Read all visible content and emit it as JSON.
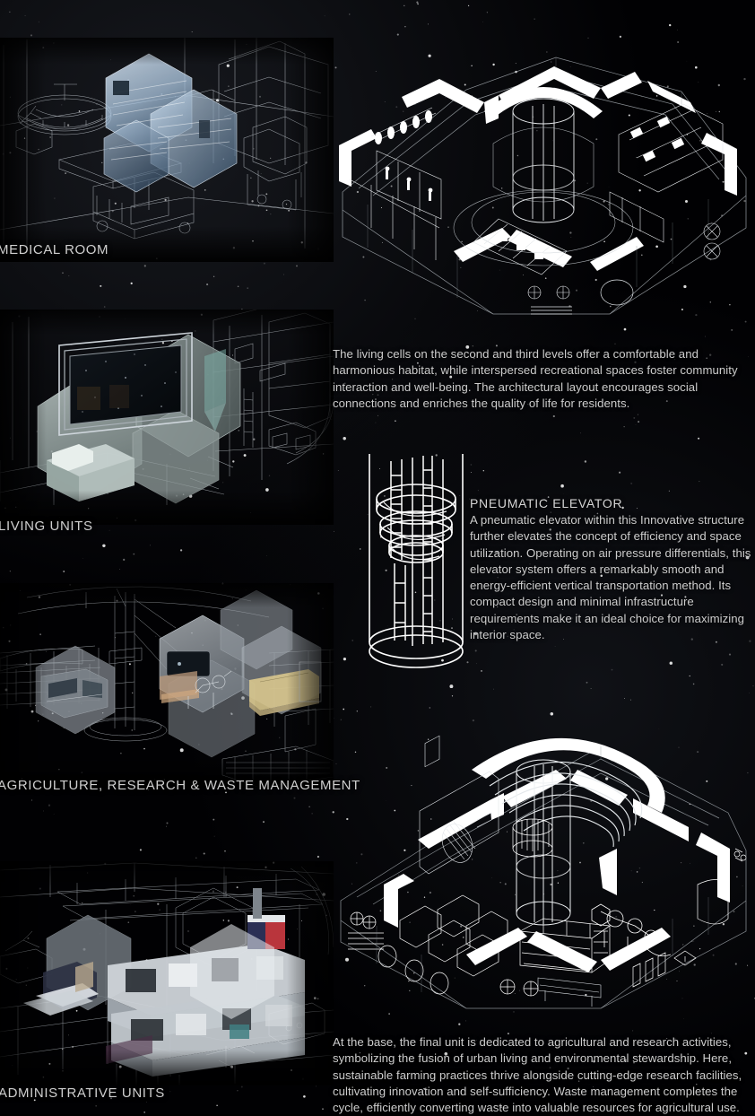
{
  "board": {
    "background_color": "#010103",
    "line_color": "#ffffff",
    "text_color": "#cfcfcf"
  },
  "panels": {
    "medical": {
      "label": "MEDICAL ROOM",
      "accent_color": "#b9cfe4",
      "description": "Wireframe perspective of an operating theatre with surgical lamp, table, trolleys and hexagonal glass overlays"
    },
    "living": {
      "label": "LIVING UNITS",
      "accent_color": "#9fb2ad",
      "description": "Wireframe interior of a living capsule with a large panoramic window onto the starfield and a bed volume"
    },
    "agriculture": {
      "label": "AGRICULTURE, RESEARCH & WASTE MANAGEMENT",
      "accent_color": "#c9bb86",
      "description": "Wireframe interior showing growing racks, a central mast, laboratory equipment and crop trays behind hexagonal panels"
    },
    "administrative": {
      "label": "ADMINISTRATIVE UNITS",
      "accent_color": "#bfc3c8",
      "description": "Wireframe cross-section of stacked office floors with desks, partitions and a red and blue accent volume"
    },
    "level_plan_top": {
      "description": "Isometric cutaway plan of the residential level with thick white walls, a central pneumatic elevator core and furnished rooms"
    },
    "level_plan_bottom": {
      "description": "Isometric cutaway plan of the base level with a spiral ramp, central shaft, crates, machinery and service equipment"
    },
    "elevator_diagram": {
      "description": "Line drawing of a cylindrical pneumatic elevator shaft with ring platforms, ladder rails and a glazed tube"
    }
  },
  "texts": {
    "living_paragraph": "The living cells on the second and third levels offer a comfortable and harmonious habitat, while interspersed recreational spaces foster community interaction and well-being. The architectural layout encourages social connections and enriches the quality of life for residents.",
    "elevator_heading": "PNEUMATIC ELEVATOR",
    "elevator_paragraph": "A pneumatic elevator within this Innovative structure further elevates the concept of efficiency and space utilization. Operating on air pressure differentials, this elevator system offers a remarkably smooth and energy-efficient vertical transportation method. Its compact design and minimal infrastructure requirements make it an ideal choice for maximizing interior space.",
    "base_paragraph": "At the base, the final unit is dedicated to agricultural and research activities, symbolizing the fusion of urban living and environmental stewardship. Here, sustainable farming practices thrive alongside cutting-edge research facilities, cultivating innovation and self-sufficiency. Waste management completes the cycle, efficiently converting waste into valuable resources for agricultural use."
  }
}
